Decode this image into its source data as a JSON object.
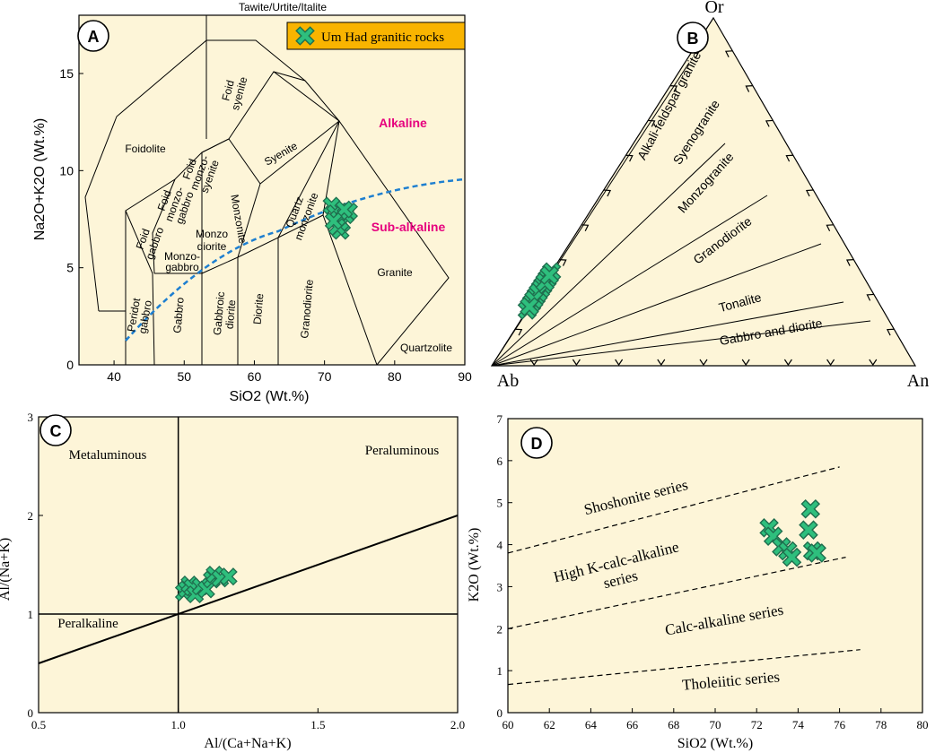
{
  "colors": {
    "panel_bg": "#fdf5d8",
    "marker_fill": "#2ebf7d",
    "marker_stroke": "#1f6e4e",
    "legend_bg": "#f9b400",
    "pink": "#e6007e",
    "dashed_blue": "#1e7fd0"
  },
  "legend": {
    "label": "Um Had granitic rocks",
    "marker": "x-cross-marker"
  },
  "chart_data": [
    {
      "panel": "A",
      "type": "scatter",
      "xlabel": "SiO2 (Wt.%)",
      "ylabel": "Na2O+K2O (Wt.%)",
      "xlim": [
        35,
        90
      ],
      "ylim": [
        0,
        18
      ],
      "xticks": [
        40,
        50,
        60,
        70,
        80,
        90
      ],
      "yticks": [
        0,
        5,
        10,
        15
      ],
      "field_labels": {
        "top": "Tawite/Urtite/Italite",
        "foidolite": "Foidolite",
        "foid_syenite": [
          "Foid",
          "syenite"
        ],
        "foid_monzosyenite": [
          "Foid",
          "monzo-",
          "syenite"
        ],
        "foid_monzogabbro": [
          "Foid",
          "monzo-",
          "gabbro"
        ],
        "foid_gabbro": [
          "Foid",
          "gabbro"
        ],
        "syenite": "Syenite",
        "monzonite": "Monzonite",
        "monzodiorite": [
          "Monzo",
          "diorite"
        ],
        "monzogabbro": [
          "Monzo-",
          "gabbro"
        ],
        "quartz_monzonite": [
          "Quartz",
          "monzonite"
        ],
        "peridot_gabbro": [
          "Peridot",
          "gabbro"
        ],
        "gabbro": "Gabbro",
        "gabbroic_diorite": [
          "Gabbroic",
          "diorite"
        ],
        "diorite": "Diorite",
        "granodiorite": "Granodiorite",
        "granite": "Granite",
        "quartzolite": "Quartzolite",
        "alkaline": "Alkaline",
        "subalkaline": "Sub-alkaline"
      },
      "points": [
        [
          71.0,
          8.2
        ],
        [
          71.5,
          7.8
        ],
        [
          72.0,
          7.5
        ],
        [
          72.5,
          7.3
        ],
        [
          73.0,
          7.7
        ],
        [
          73.5,
          7.9
        ],
        [
          72.3,
          6.9
        ],
        [
          71.8,
          7.1
        ],
        [
          72.8,
          8.0
        ],
        [
          71.3,
          7.4
        ]
      ]
    },
    {
      "panel": "B",
      "type": "ternary",
      "vertices": {
        "top": "Or",
        "left": "Ab",
        "right": "An"
      },
      "field_labels": [
        "Alkali-feldspar granite",
        "Syenogranite",
        "Monzogranite",
        "Granodiorite",
        "Tonalite",
        "Gabbro and diorite"
      ],
      "points": [
        [
          0.75,
          0.25
        ],
        [
          0.73,
          0.27
        ],
        [
          0.77,
          0.23
        ],
        [
          0.78,
          0.22
        ],
        [
          0.8,
          0.2
        ],
        [
          0.82,
          0.18
        ],
        [
          0.84,
          0.16
        ],
        [
          0.79,
          0.21
        ],
        [
          0.76,
          0.24
        ],
        [
          0.81,
          0.19
        ],
        [
          0.74,
          0.26
        ],
        [
          0.83,
          0.17
        ]
      ]
    },
    {
      "panel": "C",
      "type": "scatter",
      "xlabel": "Al/(Ca+Na+K)",
      "ylabel": "Al/(Na+K)",
      "xlim": [
        0.5,
        2.0
      ],
      "ylim": [
        0,
        3
      ],
      "xticks": [
        "0.5",
        "1.0",
        "1.5",
        "2.0"
      ],
      "yticks": [
        "0",
        "1",
        "2",
        "3"
      ],
      "field_labels": {
        "metaluminous": "Metaluminous",
        "peraluminous": "Peraluminous",
        "peralkaline": "Peralkaline"
      },
      "points": [
        [
          1.02,
          1.22
        ],
        [
          1.03,
          1.25
        ],
        [
          1.04,
          1.3
        ],
        [
          1.05,
          1.27
        ],
        [
          1.06,
          1.2
        ],
        [
          1.08,
          1.28
        ],
        [
          1.1,
          1.25
        ],
        [
          1.12,
          1.35
        ],
        [
          1.13,
          1.4
        ],
        [
          1.15,
          1.36
        ],
        [
          1.18,
          1.38
        ]
      ]
    },
    {
      "panel": "D",
      "type": "scatter",
      "xlabel": "SiO2 (Wt.%)",
      "ylabel": "K2O (Wt.%)",
      "xlim": [
        60,
        80
      ],
      "ylim": [
        0,
        7
      ],
      "xticks": [
        60,
        62,
        64,
        66,
        68,
        70,
        72,
        74,
        76,
        78,
        80
      ],
      "yticks": [
        0,
        1,
        2,
        3,
        4,
        5,
        6,
        7
      ],
      "field_labels": {
        "shoshonite": "Shoshonite series",
        "highk": [
          "High K-calc-alkaline",
          "series"
        ],
        "calcalk": "Calc-alkaline series",
        "tholeiitic": "Tholeiitic series"
      },
      "points": [
        [
          72.6,
          4.4
        ],
        [
          72.8,
          4.2
        ],
        [
          73.2,
          3.95
        ],
        [
          73.5,
          3.85
        ],
        [
          73.7,
          3.7
        ],
        [
          74.5,
          4.35
        ],
        [
          74.6,
          4.85
        ],
        [
          74.7,
          3.85
        ],
        [
          74.9,
          3.8
        ]
      ]
    }
  ]
}
